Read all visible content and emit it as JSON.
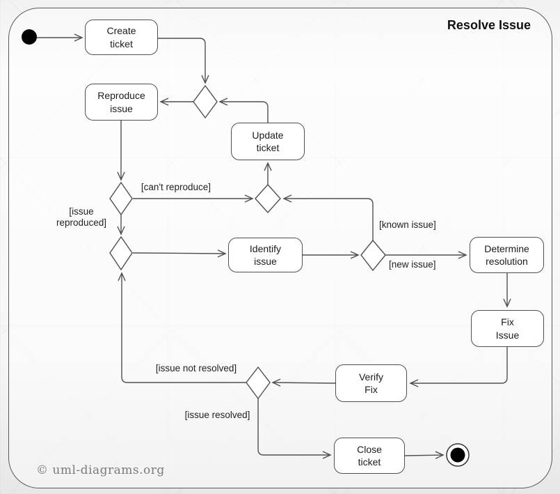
{
  "diagram": {
    "title": "Resolve Issue",
    "copyright": "© uml-diagrams.org",
    "type": "uml-activity-diagram",
    "colors": {
      "line": "#4f4f4f",
      "node_fill": "#ffffff",
      "frame_border": "#585858",
      "text": "#1b1b1b",
      "copyright_text": "#7a7a7a"
    },
    "nodes": [
      {
        "id": "start",
        "kind": "initial-node",
        "label": ""
      },
      {
        "id": "create-ticket",
        "kind": "action",
        "label": "Create\nticket"
      },
      {
        "id": "reproduce-issue",
        "kind": "action",
        "label": "Reproduce\nissue"
      },
      {
        "id": "update-ticket",
        "kind": "action",
        "label": "Update\nticket"
      },
      {
        "id": "identify-issue",
        "kind": "action",
        "label": "Identify\nissue"
      },
      {
        "id": "determine-resolution",
        "kind": "action",
        "label": "Determine\nresolution"
      },
      {
        "id": "fix-issue",
        "kind": "action",
        "label": "Fix\nIssue"
      },
      {
        "id": "verify-fix",
        "kind": "action",
        "label": "Verify\nFix"
      },
      {
        "id": "close-ticket",
        "kind": "action",
        "label": "Close\nticket"
      },
      {
        "id": "end",
        "kind": "final-node",
        "label": ""
      }
    ],
    "guards": [
      {
        "id": "cant-reproduce",
        "label": "[can't reproduce]"
      },
      {
        "id": "issue-reproduced",
        "label": "[issue\nreproduced]"
      },
      {
        "id": "known-issue",
        "label": "[known issue]"
      },
      {
        "id": "new-issue",
        "label": "[new issue]"
      },
      {
        "id": "issue-not-resolved",
        "label": "[issue not resolved]"
      },
      {
        "id": "issue-resolved",
        "label": "[issue resolved]"
      }
    ]
  }
}
